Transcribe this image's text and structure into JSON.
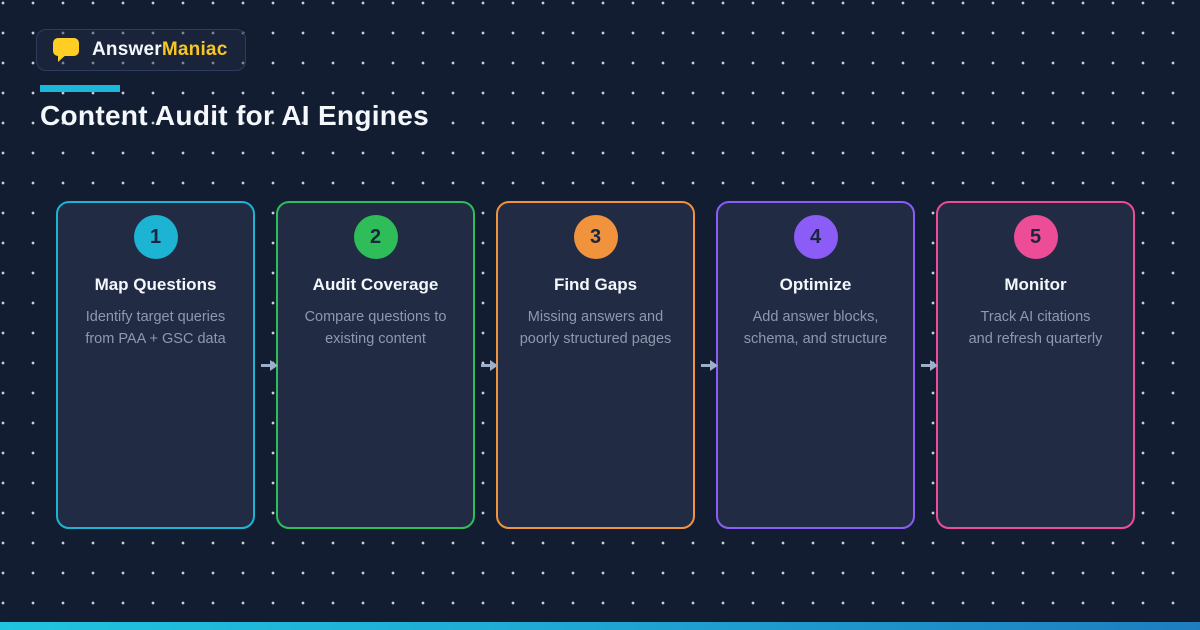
{
  "theme": {
    "page_background": "#131d31",
    "card_background": "#212c44",
    "accent_cyan": "#1cb8d9",
    "title_color": "#f4f7fb",
    "description_color": "#8e99ad",
    "badge_number_color": "#1b2540",
    "arrow_color": "#9cb0c9",
    "logo_bubble_color": "#ffce24",
    "logo_accent_color": "#f5c624",
    "bottom_bar_gradient_start": "#20c4de",
    "bottom_bar_gradient_end": "#1e7dbf"
  },
  "logo": {
    "brand_first": "Answer",
    "brand_second": "Maniac"
  },
  "header": {
    "title": "Content Audit for AI Engines"
  },
  "steps": [
    {
      "number": "1",
      "title": "Map Questions",
      "description": "Identify target queries\nfrom PAA + GSC data",
      "color": "#1db4d3"
    },
    {
      "number": "2",
      "title": "Audit Coverage",
      "description": "Compare questions to\nexisting content",
      "color": "#2ebd59"
    },
    {
      "number": "3",
      "title": "Find Gaps",
      "description": "Missing answers and\npoorly structured pages",
      "color": "#f1923d"
    },
    {
      "number": "4",
      "title": "Optimize",
      "description": "Add answer blocks,\nschema, and structure",
      "color": "#8b5cf6"
    },
    {
      "number": "5",
      "title": "Monitor",
      "description": "Track AI citations\nand refresh quarterly",
      "color": "#ec4d96"
    }
  ]
}
